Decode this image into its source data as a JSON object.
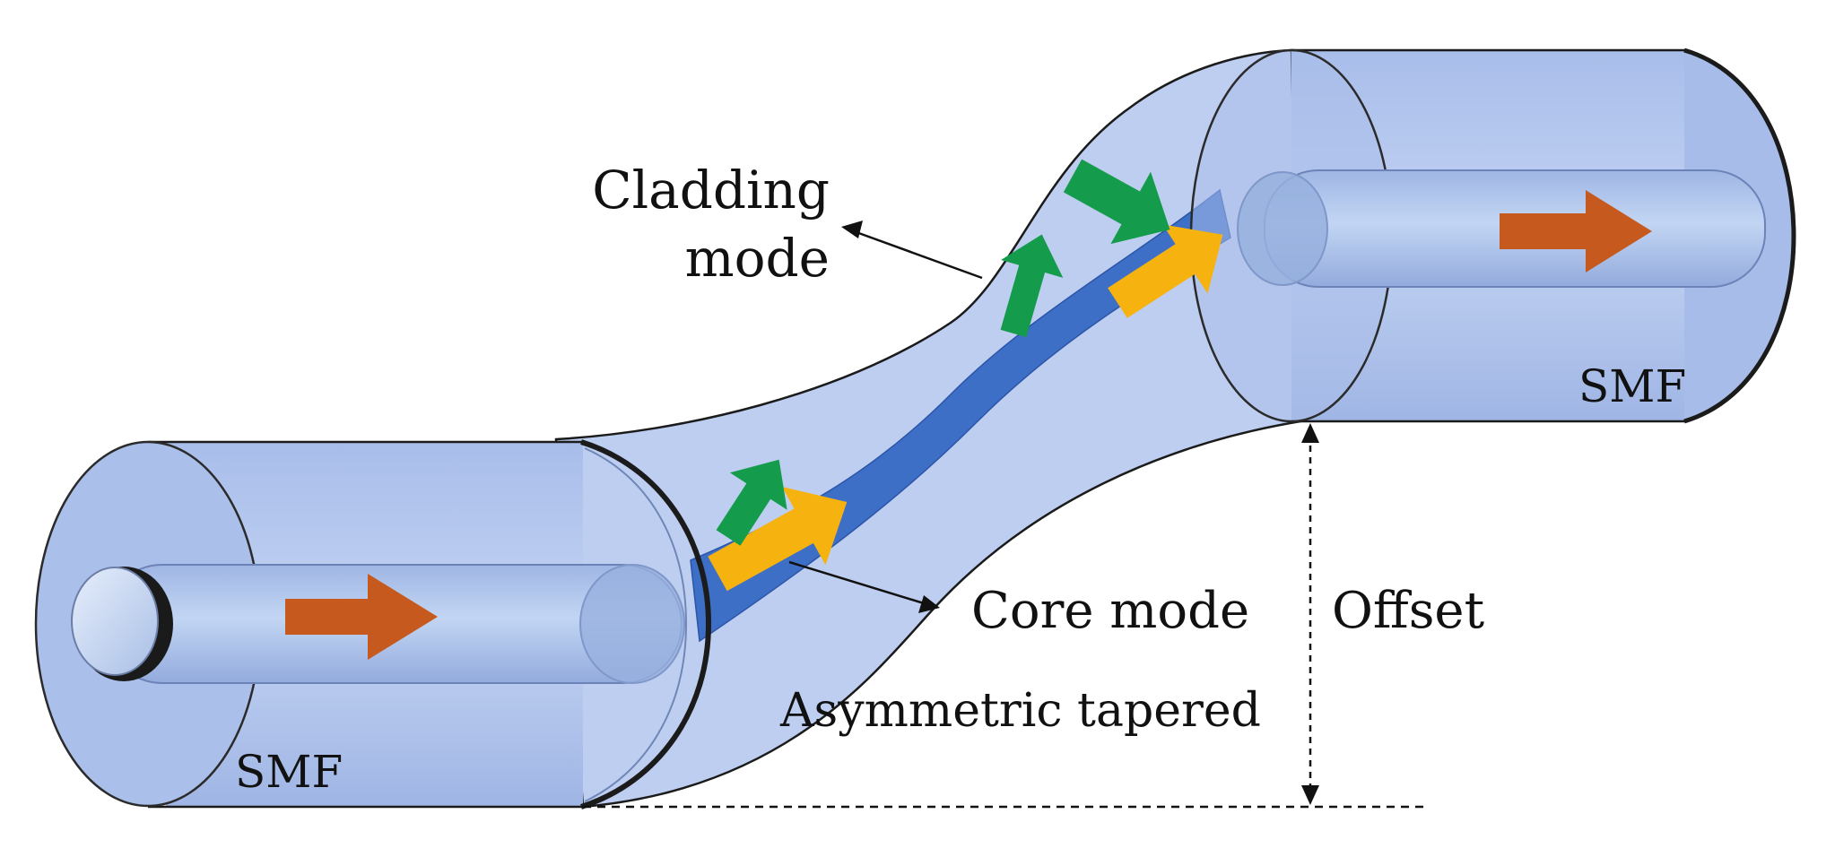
{
  "labels": {
    "smf_left": "SMF",
    "smf_right": "SMF",
    "cladding_line1": "Cladding",
    "cladding_line2": "mode",
    "core_mode": "Core mode",
    "offset": "Offset",
    "taper": "Asymmetric tapered"
  },
  "colors": {
    "fiber_fill": "#b8c9ef",
    "fiber_face": "#a9bde9",
    "core_tube": "#a6bce6",
    "core_light": "#cfe0f7",
    "tapered_core": "#3e6fc7",
    "outline": "#1b1b1b",
    "propagation_arrow": "#c65a1e",
    "core_mode_arrow": "#f6b20f",
    "cladding_mode_arrow": "#159b4c"
  }
}
